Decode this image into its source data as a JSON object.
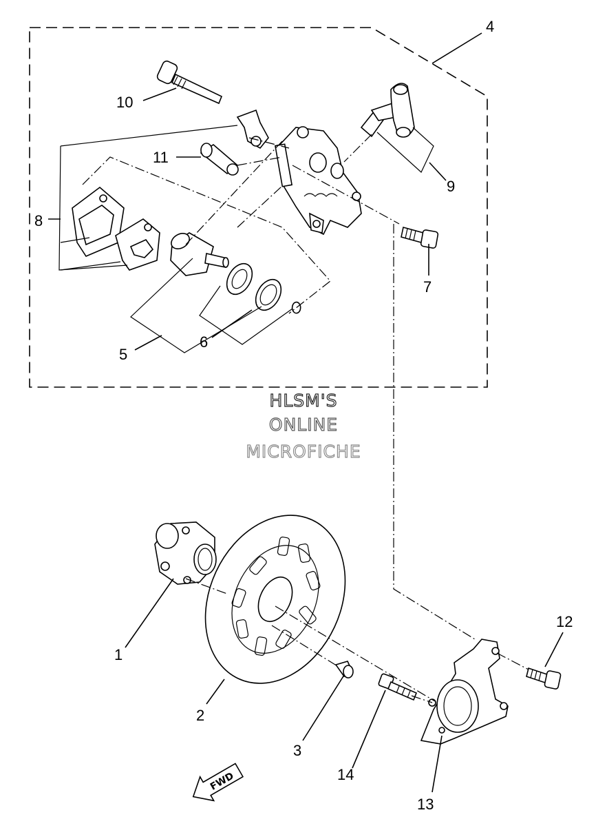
{
  "callouts": [
    "1",
    "2",
    "3",
    "4",
    "5",
    "6",
    "7",
    "8",
    "9",
    "10",
    "11",
    "12",
    "13",
    "14"
  ],
  "watermark": [
    "HLSM'S",
    "ONLINE",
    "MICROFICHE"
  ],
  "fwd_label": "FWD"
}
